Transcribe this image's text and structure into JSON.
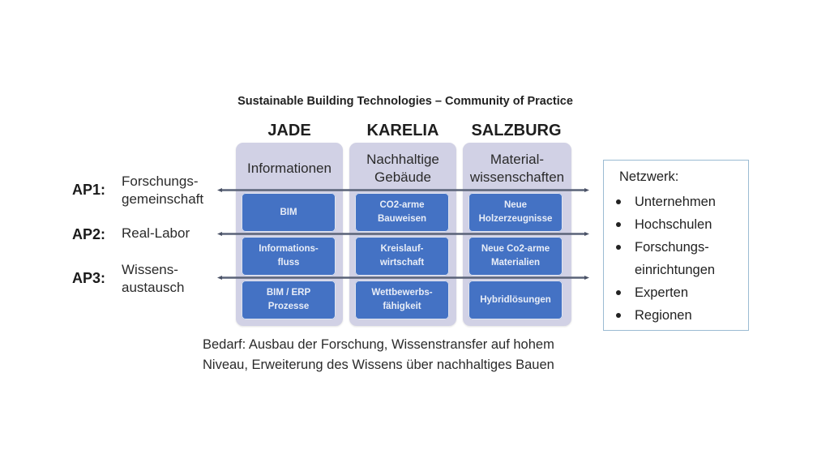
{
  "title": "Sustainable Building Technologies – Community of Practice",
  "columns": [
    {
      "name": "JADE",
      "subtitle": "Informationen",
      "cells": [
        "BIM",
        "Informations-\nfluss",
        "BIM / ERP\nProzesse"
      ]
    },
    {
      "name": "KARELIA",
      "subtitle": "Nachhaltige\nGebäude",
      "cells": [
        "CO2-arme\nBauweisen",
        "Kreislauf-\nwirtschaft",
        "Wettbewerbs-\nfähigkeit"
      ]
    },
    {
      "name": "SALZBURG",
      "subtitle": "Material-\nwissenschaften",
      "cells": [
        "Neue\nHolzerzeugnisse",
        "Neue Co2-arme\nMaterialien",
        "Hybridlösungen"
      ]
    }
  ],
  "work_packages": [
    {
      "label": "AP1:",
      "text": "Forschungs-\ngemeinschaft"
    },
    {
      "label": "AP2:",
      "text": "Real-Labor"
    },
    {
      "label": "AP3:",
      "text": "Wissens-\naustausch"
    }
  ],
  "network": {
    "title": "Netzwerk:",
    "items": [
      "Unternehmen",
      "Hochschulen",
      "Forschungs-\neinrichtungen",
      "Experten",
      "Regionen"
    ]
  },
  "need_text": "Bedarf: Ausbau der Forschung, Wissenstransfer auf hohem\nNiveau, Erweiterung des Wissens über nachhaltiges Bauen",
  "colors": {
    "cell_blue": "#4472c4",
    "column_bg": "#d1d1e5",
    "arrow": "#5a6378",
    "network_border": "#9bbbd3"
  }
}
